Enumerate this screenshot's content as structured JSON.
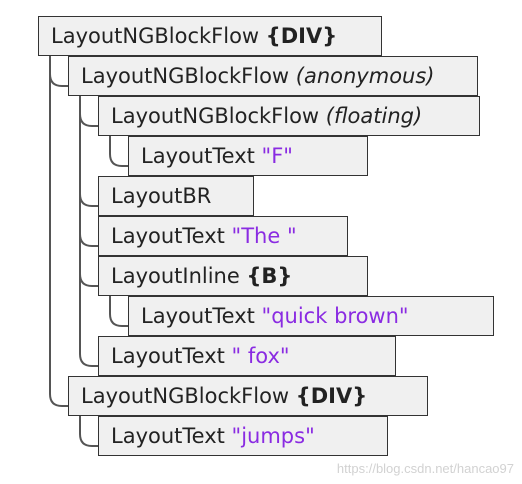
{
  "tree": {
    "nodes": [
      {
        "parts": [
          {
            "text": "LayoutNGBlockFlow ",
            "style": "plain"
          },
          {
            "text": "{DIV}",
            "style": "tag"
          }
        ]
      },
      {
        "parts": [
          {
            "text": "LayoutNGBlockFlow ",
            "style": "plain"
          },
          {
            "text": "(anonymous)",
            "style": "note"
          }
        ]
      },
      {
        "parts": [
          {
            "text": "LayoutNGBlockFlow ",
            "style": "plain"
          },
          {
            "text": "(floating)",
            "style": "note"
          }
        ]
      },
      {
        "parts": [
          {
            "text": "LayoutText ",
            "style": "plain"
          },
          {
            "text": "\"F\"",
            "style": "str"
          }
        ]
      },
      {
        "parts": [
          {
            "text": "LayoutBR",
            "style": "plain"
          }
        ]
      },
      {
        "parts": [
          {
            "text": "LayoutText ",
            "style": "plain"
          },
          {
            "text": "\"The \"",
            "style": "str"
          }
        ]
      },
      {
        "parts": [
          {
            "text": "LayoutInline ",
            "style": "plain"
          },
          {
            "text": "{B}",
            "style": "tag"
          }
        ]
      },
      {
        "parts": [
          {
            "text": "LayoutText ",
            "style": "plain"
          },
          {
            "text": "\"quick brown\"",
            "style": "str"
          }
        ]
      },
      {
        "parts": [
          {
            "text": "LayoutText ",
            "style": "plain"
          },
          {
            "text": "\" fox\"",
            "style": "str"
          }
        ]
      },
      {
        "parts": [
          {
            "text": "LayoutNGBlockFlow ",
            "style": "plain"
          },
          {
            "text": "{DIV}",
            "style": "tag"
          }
        ]
      },
      {
        "parts": [
          {
            "text": "LayoutText ",
            "style": "plain"
          },
          {
            "text": "\"jumps\"",
            "style": "str"
          }
        ]
      }
    ]
  },
  "colors": {
    "node_fill": "#f0f0f0",
    "node_border": "#333333",
    "string_text": "#8a2be2",
    "connector": "#555555",
    "watermark": "#d2d2d2"
  },
  "watermark": "https://blog.csdn.net/hancao97"
}
